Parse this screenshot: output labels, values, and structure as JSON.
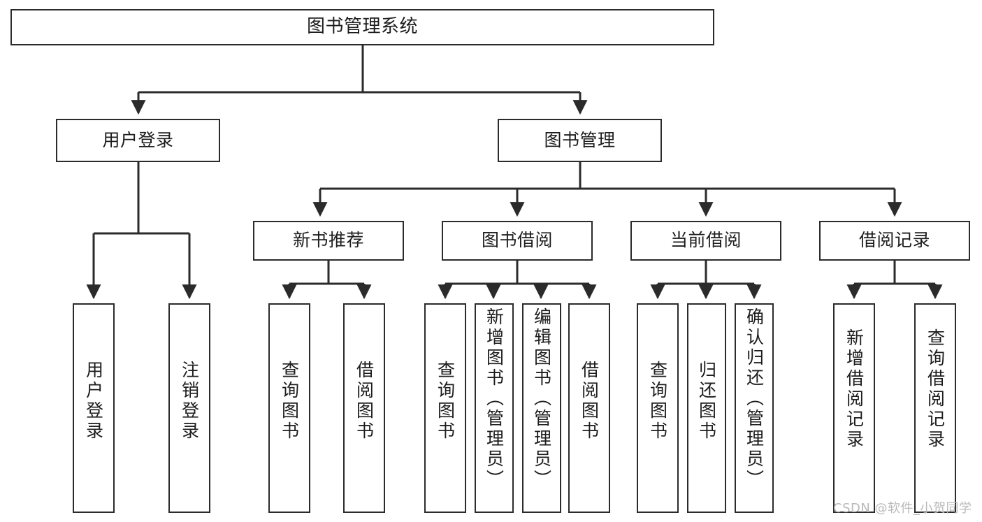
{
  "diagram": {
    "title": "图书管理系统",
    "type": "hierarchy-tree",
    "colors": {
      "box_border": "#2b2b2b",
      "box_fill": "#ffffff",
      "connector": "#2b2b2b",
      "text": "#1d1d1d",
      "watermark": "#b9b9b9"
    },
    "nodes": {
      "root": {
        "label": "图书管理系统"
      },
      "level2": [
        {
          "label": "用户登录"
        },
        {
          "label": "图书管理"
        }
      ],
      "level3": [
        {
          "label": "新书推荐"
        },
        {
          "label": "图书借阅"
        },
        {
          "label": "当前借阅"
        },
        {
          "label": "借阅记录"
        }
      ],
      "leaves": {
        "user_login": [
          {
            "label": "用户登录"
          },
          {
            "label": "注销登录"
          }
        ],
        "new_book_recommend": [
          {
            "label": "查询图书"
          },
          {
            "label": "借阅图书"
          }
        ],
        "book_borrow": [
          {
            "label": "查询图书"
          },
          {
            "label": "新增图书（管理员）"
          },
          {
            "label": "编辑图书（管理员）"
          },
          {
            "label": "借阅图书"
          }
        ],
        "current_borrow": [
          {
            "label": "查询图书"
          },
          {
            "label": "归还图书"
          },
          {
            "label": "确认归还（管理员）"
          }
        ],
        "borrow_record": [
          {
            "label": "新增借阅记录"
          },
          {
            "label": "查询借阅记录"
          }
        ]
      }
    },
    "watermark": "CSDN @软件_小贺同学"
  }
}
